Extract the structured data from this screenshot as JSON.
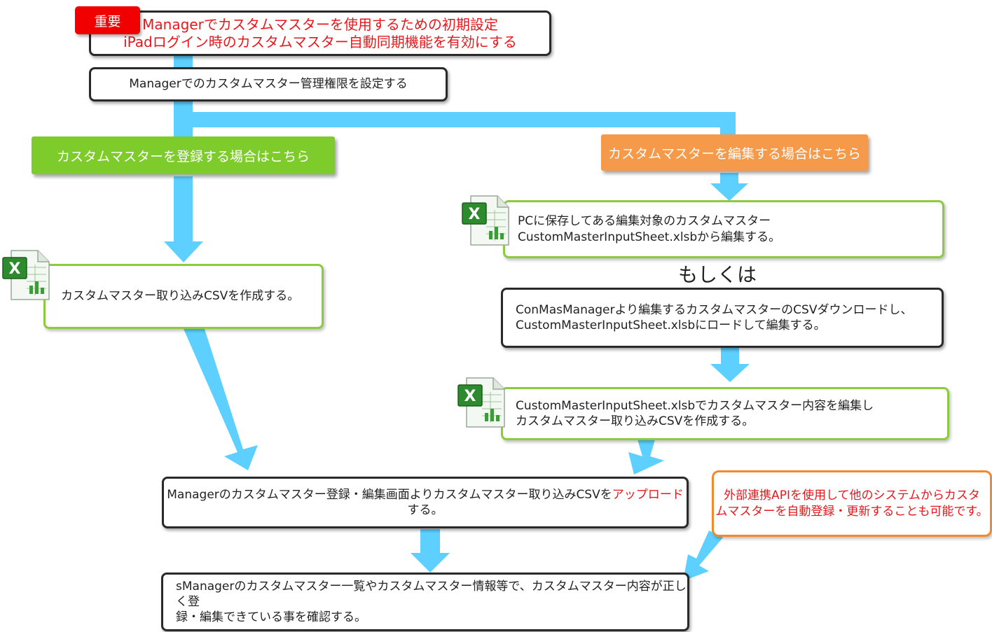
{
  "important_badge": "重要",
  "top_box": {
    "line1": "Managerでカスタムマスターを使用するための初期設定",
    "line2": "iPadログイン時のカスタムマスター自動同期機能を有効にする"
  },
  "permission_box": "Managerでのカスタムマスター管理権限を設定する",
  "register_label": "カスタムマスターを登録する場合はこちら",
  "edit_label": "カスタムマスターを編集する場合はこちら",
  "create_csv_box": "カスタムマスター取り込みCSVを作成する。",
  "edit_pc_box": {
    "line1": "PCに保存してある編集対象のカスタムマスター",
    "line2": "CustomMasterInputSheet.xlsbから編集する。"
  },
  "or_text": "もしくは",
  "download_box": {
    "line1": "ConMasManagerより編集するカスタムマスターのCSVダウンロードし、",
    "line2": "CustomMasterInputSheet.xlsbにロードして編集する。"
  },
  "edit_sheet_box": {
    "line1": "CustomMasterInputSheet.xlsbでカスタムマスター内容を編集し",
    "line2": "カスタムマスター取り込みCSVを作成する。"
  },
  "upload_box": {
    "before": "Managerのカスタムマスター登録・編集画面よりカスタムマスター取り込みCSVを",
    "highlight": "アップロード",
    "after": "する。"
  },
  "api_box": {
    "line1": "外部連携APIを使用して他のシステムからカスタ",
    "line2": "ムマスターを自動登録・更新することも可能です。"
  },
  "confirm_box": {
    "line1": "sManagerのカスタムマスター一覧やカスタムマスター情報等で、カスタムマスター内容が正しく登",
    "line2": "録・編集できている事を確認する。"
  },
  "colors": {
    "arrow": "#5dd0ff",
    "green_label": "#7dcc2c",
    "orange_label": "#f59a4a",
    "red_text": "#e8171c",
    "badge": "#f00000"
  },
  "icons": [
    "excel-icon",
    "excel-icon",
    "excel-icon",
    "excel-icon"
  ]
}
